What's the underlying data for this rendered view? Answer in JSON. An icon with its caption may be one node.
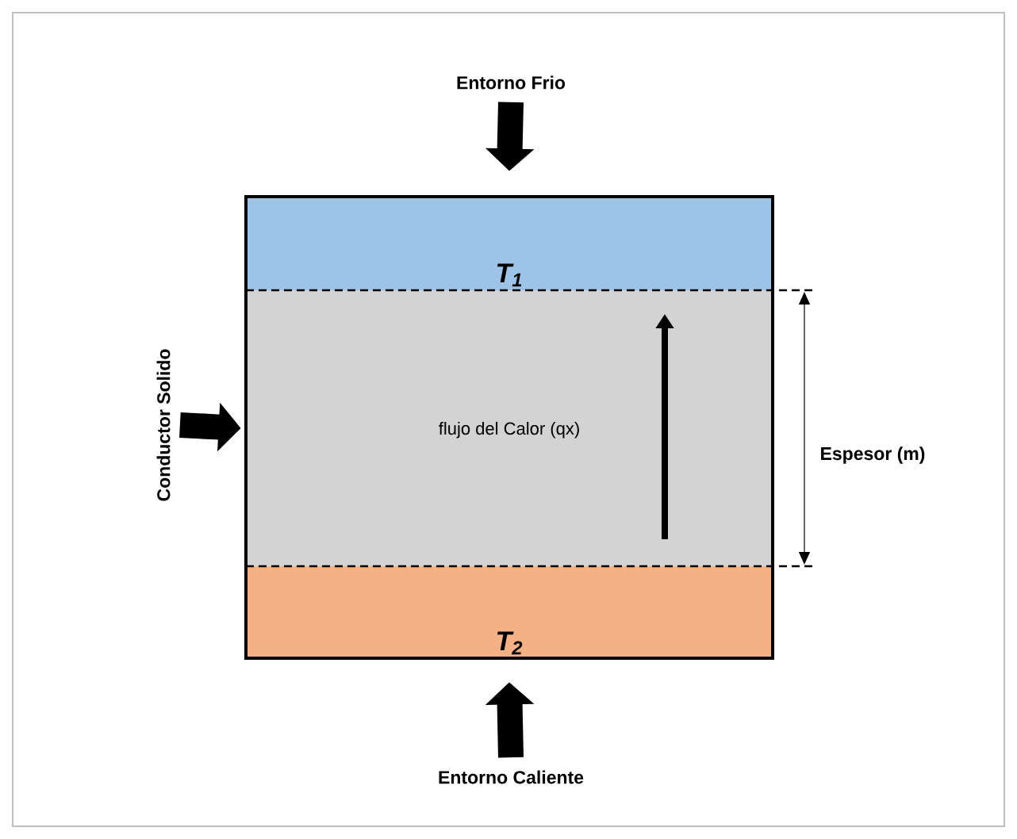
{
  "diagram": {
    "nodes": [
      {
        "text": [
          "Entorno Frio"
        ]
      },
      {
        "text": [
          "T$_{1}$"
        ]
      },
      {
        "text": [
          "flujo del Calor (qx)"
        ]
      },
      {
        "text": [
          "T$_{2}$"
        ]
      },
      {
        "text": [
          "Conductor Solido"
        ]
      },
      {
        "text": [
          "Entorno Caliente"
        ]
      }
    ],
    "edges": [
      {
        "from": 0,
        "to": 1,
        "arrow": "to"
      },
      {
        "from": 4,
        "to": 2,
        "arrow": "to"
      },
      {
        "from": 5,
        "to": 3,
        "arrow": "to"
      }
    ],
    "labels": [
      "Espesor (m)"
    ]
  }
}
